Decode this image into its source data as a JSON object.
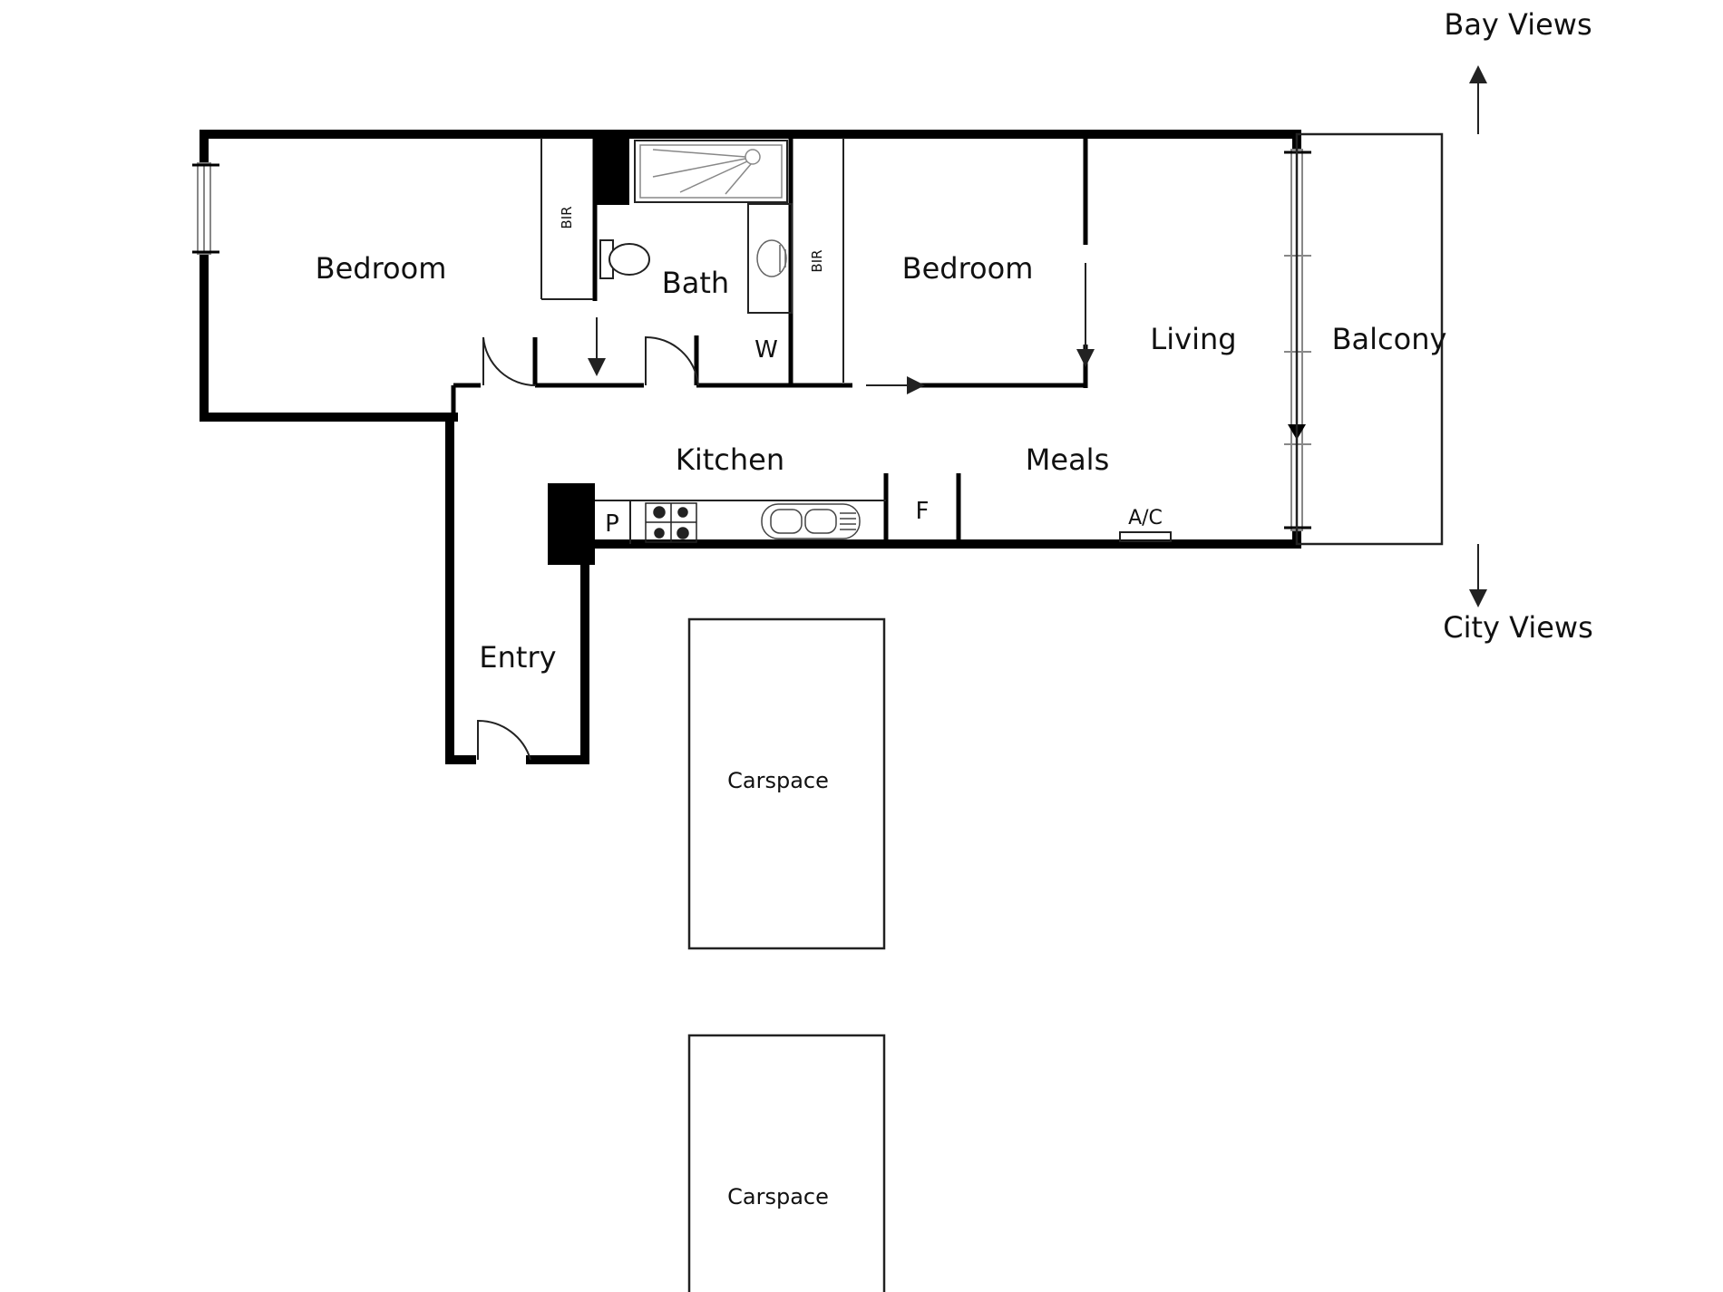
{
  "colors": {
    "wall": "#000000",
    "line": "#222222",
    "background": "#ffffff",
    "fixture": "#666666",
    "window": "#888888"
  },
  "views": {
    "north": "Bay Views",
    "south": "City Views"
  },
  "rooms": {
    "bedroom_1": "Bedroom",
    "bedroom_2": "Bedroom",
    "bath": "Bath",
    "living": "Living",
    "balcony": "Balcony",
    "kitchen": "Kitchen",
    "meals": "Meals",
    "entry": "Entry"
  },
  "fixtures": {
    "bir_1": "BIR",
    "bir_2": "BIR",
    "washer": "W",
    "pantry": "P",
    "fridge": "F",
    "air_con": "A/C"
  },
  "carspaces": [
    "Carspace",
    "Carspace"
  ],
  "icons": {
    "north_arrow": "arrow-up-icon",
    "south_arrow": "arrow-down-icon",
    "toilet": "toilet-icon",
    "basin": "basin-icon",
    "shower": "shower-icon",
    "cooktop": "cooktop-icon",
    "sink": "sink-icon"
  }
}
